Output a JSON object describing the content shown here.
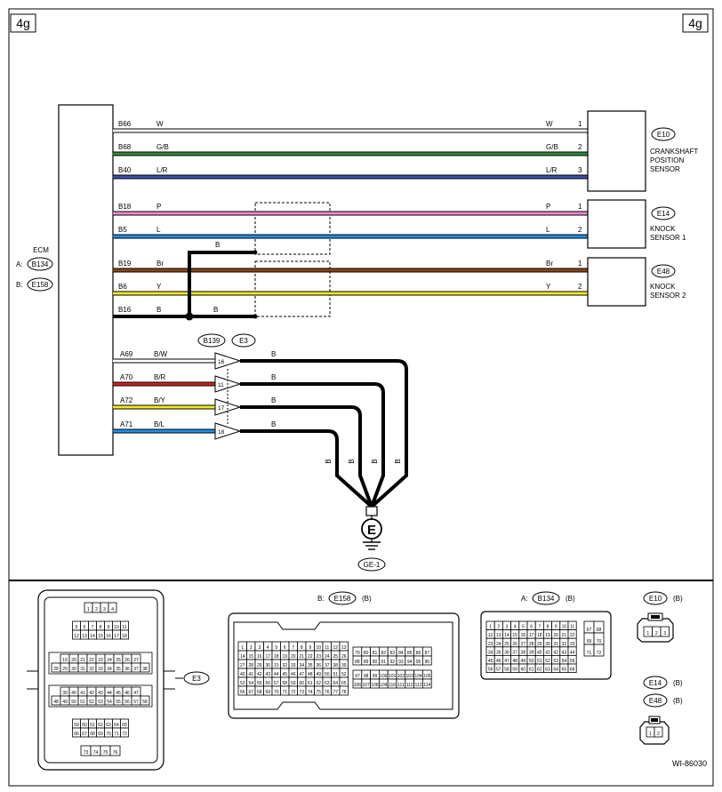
{
  "page_tag_left": "4g",
  "page_tag_right": "4g",
  "figure_id": "WI-86030",
  "ecm": {
    "label": "ECM",
    "conn_a_prefix": "A:",
    "conn_a": "B134",
    "conn_b_prefix": "B:",
    "conn_b": "E158"
  },
  "wires": [
    {
      "pin": "B66",
      "color_code": "W",
      "far_code": "W",
      "far_pin": "1",
      "color": "#ffffff"
    },
    {
      "pin": "B68",
      "color_code": "G/B",
      "far_code": "G/B",
      "far_pin": "2",
      "color": "#2e8b3c"
    },
    {
      "pin": "B40",
      "color_code": "L/R",
      "far_code": "L/R",
      "far_pin": "3",
      "color": "#3b4fb0"
    },
    {
      "pin": "B18",
      "color_code": "P",
      "far_code": "P",
      "far_pin": "1",
      "color": "#f28ad0"
    },
    {
      "pin": "B5",
      "color_code": "L",
      "far_code": "L",
      "far_pin": "2",
      "color": "#1e90e8"
    },
    {
      "pin": "B19",
      "color_code": "Br",
      "far_code": "Br",
      "far_pin": "1",
      "color": "#8b4513"
    },
    {
      "pin": "B6",
      "color_code": "Y",
      "far_code": "Y",
      "far_pin": "2",
      "color": "#f2ea20"
    },
    {
      "pin": "B16",
      "color_code": "B",
      "far_code": "B",
      "far_pin": "",
      "color": "#000000"
    }
  ],
  "shield_wire_label": "B",
  "sensors": [
    {
      "id": "E10",
      "name_lines": [
        "CRANKSHAFT",
        "POSITION",
        "SENSOR"
      ]
    },
    {
      "id": "E14",
      "name_lines": [
        "KNOCK",
        "SENSOR 1"
      ]
    },
    {
      "id": "E48",
      "name_lines": [
        "KNOCK",
        "SENSOR 2"
      ]
    }
  ],
  "joint": {
    "conn1": "B139",
    "conn2": "E3"
  },
  "ground_wires": [
    {
      "pin": "A69",
      "color_code": "B/W",
      "joint_pin": "16",
      "out_code": "B",
      "color": "#ffffff"
    },
    {
      "pin": "A70",
      "color_code": "B/R",
      "joint_pin": "11",
      "out_code": "B",
      "color": "#d42020"
    },
    {
      "pin": "A72",
      "color_code": "B/Y",
      "joint_pin": "17",
      "out_code": "B",
      "color": "#f2ea20"
    },
    {
      "pin": "A71",
      "color_code": "B/L",
      "joint_pin": "18",
      "out_code": "B",
      "color": "#1e90e8"
    }
  ],
  "ground_vertical_labels": [
    "B",
    "B",
    "B",
    "B"
  ],
  "ground": {
    "symbol": "E",
    "id": "GE-1"
  },
  "connectors": {
    "e3": {
      "id": "E3",
      "rows": [
        [
          "1",
          "2",
          "3",
          "4"
        ],
        [
          "5",
          "6",
          "7",
          "8",
          "9",
          "10",
          "11"
        ],
        [
          "12",
          "13",
          "14",
          "15",
          "16",
          "17",
          "18"
        ],
        [
          "19",
          "20",
          "21",
          "22",
          "23",
          "24",
          "25",
          "26",
          "27"
        ],
        [
          "28",
          "29",
          "30",
          "31",
          "32",
          "33",
          "34",
          "35",
          "36",
          "37",
          "38"
        ],
        [
          "39",
          "40",
          "41",
          "42",
          "43",
          "44",
          "45",
          "46",
          "47"
        ],
        [
          "48",
          "49",
          "50",
          "51",
          "52",
          "53",
          "54",
          "55",
          "56",
          "57",
          "58"
        ],
        [
          "59",
          "60",
          "61",
          "62",
          "63",
          "64",
          "65"
        ],
        [
          "66",
          "67",
          "68",
          "69",
          "70",
          "71",
          "72"
        ],
        [
          "73",
          "74",
          "75",
          "76"
        ]
      ]
    },
    "e158": {
      "prefix": "B:",
      "id": "E158",
      "type": "(B)",
      "left_rows": [
        [
          "1",
          "2",
          "3",
          "4",
          "5",
          "6",
          "7",
          "8",
          "9",
          "10",
          "11",
          "12",
          "13"
        ],
        [
          "14",
          "15",
          "16",
          "17",
          "18",
          "19",
          "20",
          "21",
          "22",
          "23",
          "24",
          "25",
          "26"
        ],
        [
          "27",
          "28",
          "29",
          "30",
          "31",
          "32",
          "33",
          "34",
          "35",
          "36",
          "37",
          "38",
          "39"
        ],
        [
          "40",
          "41",
          "42",
          "43",
          "44",
          "45",
          "46",
          "47",
          "48",
          "49",
          "50",
          "51",
          "52"
        ],
        [
          "53",
          "54",
          "55",
          "56",
          "57",
          "58",
          "59",
          "60",
          "61",
          "62",
          "63",
          "64",
          "65"
        ],
        [
          "66",
          "67",
          "68",
          "69",
          "70",
          "71",
          "72",
          "73",
          "74",
          "75",
          "76",
          "77",
          "78"
        ]
      ],
      "right_rows": [
        [
          "79",
          "80",
          "81",
          "82",
          "83",
          "84",
          "85",
          "86",
          "87"
        ],
        [
          "88",
          "89",
          "90",
          "91",
          "92",
          "93",
          "94",
          "95",
          "96"
        ],
        [
          "97",
          "98",
          "99",
          "100",
          "101",
          "102",
          "103",
          "104",
          "105"
        ],
        [
          "106",
          "107",
          "108",
          "109",
          "110",
          "111",
          "112",
          "113",
          "114"
        ]
      ]
    },
    "b134": {
      "prefix": "A:",
      "id": "B134",
      "type": "(B)",
      "left_rows": [
        [
          "1",
          "2",
          "3",
          "4",
          "5",
          "6",
          "7",
          "8",
          "9",
          "10",
          "11"
        ],
        [
          "12",
          "13",
          "14",
          "15",
          "16",
          "17",
          "18",
          "19",
          "20",
          "21",
          "22"
        ],
        [
          "23",
          "24",
          "25",
          "26",
          "27",
          "28",
          "29",
          "30",
          "31",
          "32",
          "33"
        ],
        [
          "34",
          "35",
          "36",
          "37",
          "38",
          "39",
          "40",
          "41",
          "42",
          "43",
          "44"
        ],
        [
          "45",
          "46",
          "47",
          "48",
          "49",
          "50",
          "51",
          "52",
          "53",
          "54",
          "55"
        ],
        [
          "56",
          "57",
          "58",
          "59",
          "60",
          "61",
          "62",
          "63",
          "64",
          "65",
          "66"
        ]
      ],
      "right_rows": [
        [
          "67",
          "68"
        ],
        [
          "69",
          "70"
        ],
        [
          "71",
          "72"
        ]
      ]
    },
    "e10": {
      "id": "E10",
      "type": "(B)",
      "pins": [
        "1",
        "2",
        "3"
      ]
    },
    "e14": {
      "id": "E14",
      "type": "(B)"
    },
    "e48": {
      "id": "E48",
      "type": "(B)",
      "pins": [
        "1",
        "2"
      ]
    }
  }
}
